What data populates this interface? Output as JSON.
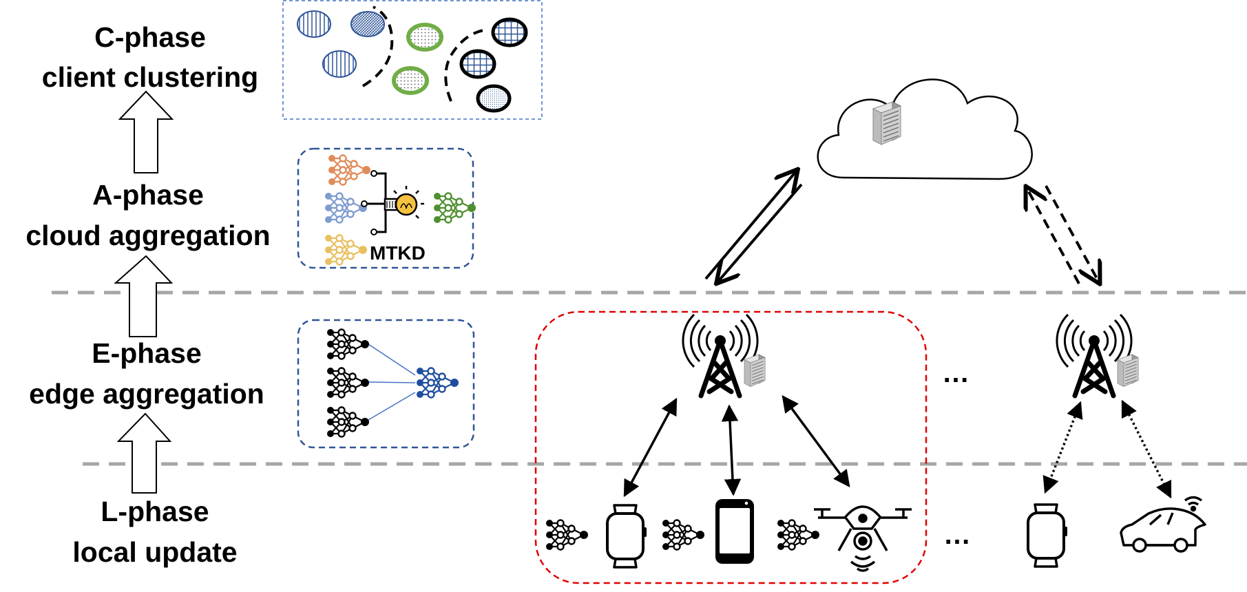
{
  "phases": [
    {
      "id": "c",
      "title": "C-phase",
      "subtitle": "client clustering"
    },
    {
      "id": "a",
      "title": "A-phase",
      "subtitle": "cloud aggregation"
    },
    {
      "id": "e",
      "title": "E-phase",
      "subtitle": "edge aggregation"
    },
    {
      "id": "l",
      "title": "L-phase",
      "subtitle": "local update"
    }
  ],
  "aggregation_label": "MTKD",
  "ellipsis": "…",
  "colors": {
    "cluster_blue": "#2f5597",
    "cluster_green": "#70ad47",
    "cluster_black": "#000000",
    "model_orange": "#e08c5a",
    "model_blue": "#7f9ccf",
    "model_yellow": "#e8c060",
    "model_green": "#4f8f2f",
    "model_navy": "#1f4e9f",
    "box_blue_border": "#2f5597",
    "edge_group_border": "#e00000",
    "dash_line": "#a6a6a6"
  },
  "icons": [
    "cloud-icon",
    "server-icon",
    "antenna-tower-icon",
    "smartwatch-icon",
    "smartphone-icon",
    "drone-icon",
    "car-icon",
    "lightbulb-icon",
    "neural-network-icon"
  ]
}
